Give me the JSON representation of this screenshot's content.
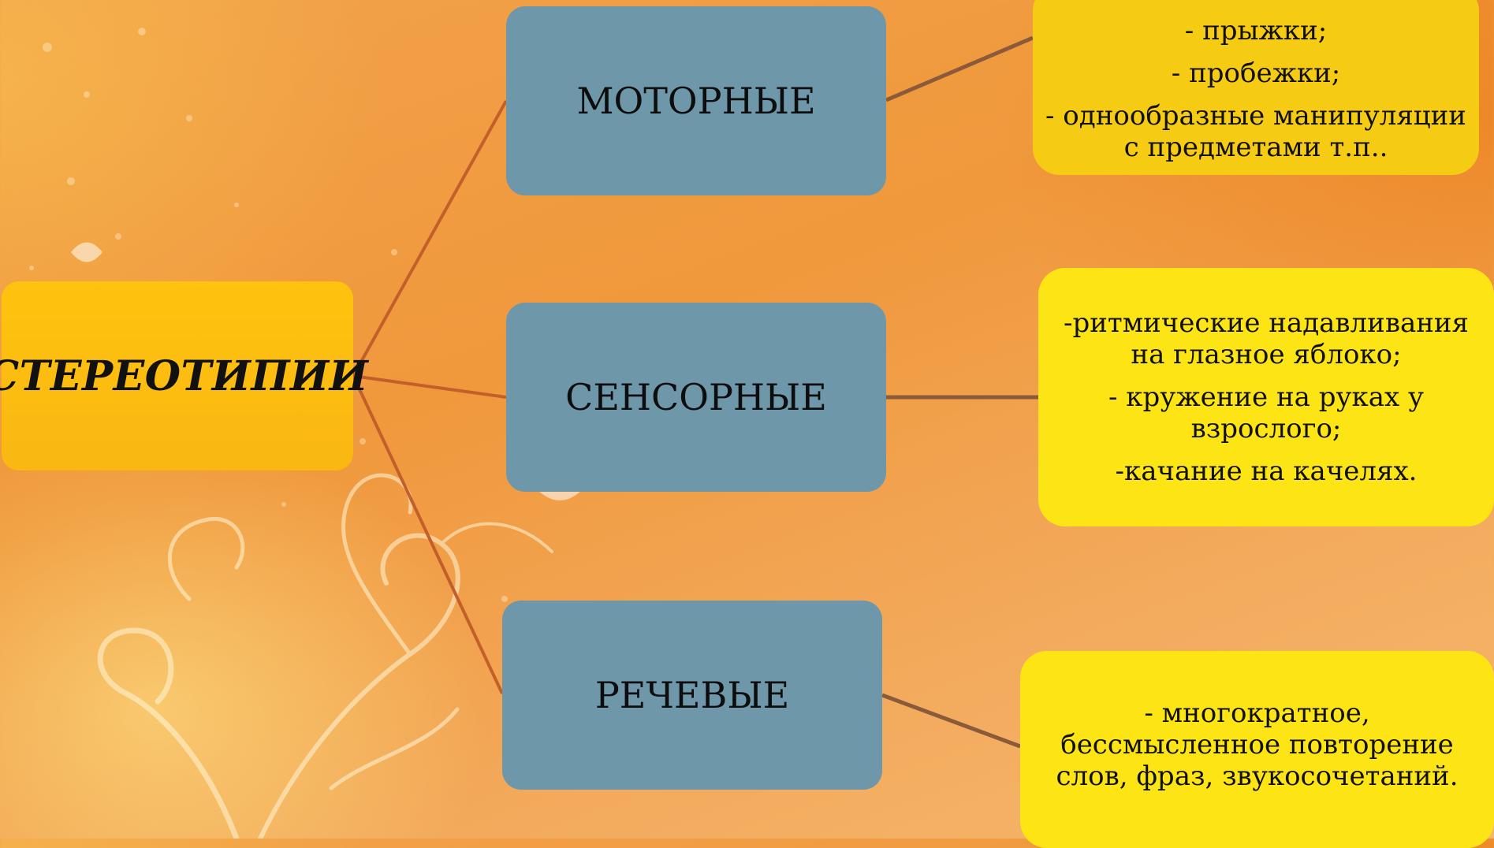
{
  "diagram": {
    "root": {
      "label": "СТЕРЕОТИПИИ"
    },
    "categories": [
      {
        "label": "МОТОРНЫЕ",
        "details": [
          "- прыжки;",
          "- пробежки;",
          "- однообразные манипуляции с предметами т.п.."
        ]
      },
      {
        "label": "СЕНСОРНЫЕ",
        "details": [
          "-ритмические надавливания на глазное яблоко;",
          "- кружение на руках у взрослого;",
          "-качание на качелях."
        ]
      },
      {
        "label": "РЕЧЕВЫЕ",
        "details": [
          "- многократное, бессмысленное повторение слов, фраз, звукосочетаний."
        ]
      }
    ]
  },
  "colors": {
    "root_box": "#fbbd10",
    "category_box": "#6e97a9",
    "detail_box_top": "#f6cb13",
    "detail_box": "#fde515",
    "connector_root": "#c25f2a",
    "connector_detail": "#8a5a3a"
  }
}
